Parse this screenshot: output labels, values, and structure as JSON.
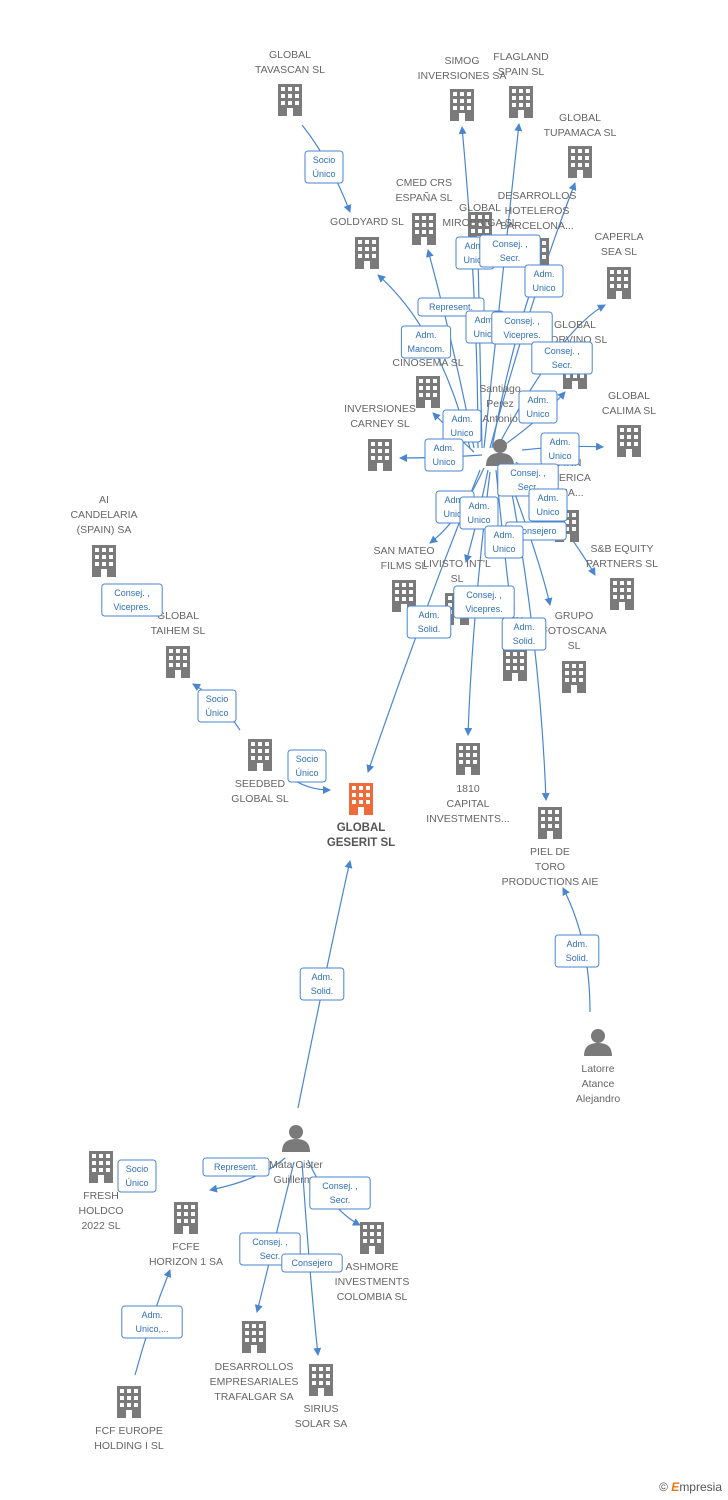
{
  "colors": {
    "edge": "#4a86d0",
    "building": "#7a7a7a",
    "main_building": "#ef6b3a",
    "person": "#7a7a7a",
    "label": "#666666"
  },
  "brand": {
    "symbol": "©",
    "name": "mpresia",
    "initial": "E"
  },
  "nodes": [
    {
      "id": "tavascan",
      "type": "company",
      "label": [
        "GLOBAL",
        "TAVASCAN  SL"
      ]
    },
    {
      "id": "simog",
      "type": "company",
      "label": [
        "SIMOG",
        "INVERSIONES SA"
      ]
    },
    {
      "id": "flagland",
      "type": "company",
      "label": [
        "FLAGLAND",
        "SPAIN SL"
      ]
    },
    {
      "id": "tupamaca",
      "type": "company",
      "label": [
        "GLOBAL",
        "TUPAMACA SL"
      ]
    },
    {
      "id": "goldyard",
      "type": "company",
      "label": [
        "GOLDYARD SL"
      ]
    },
    {
      "id": "cmed",
      "type": "company",
      "label": [
        "CMED CRS",
        "ESPAÑA  SL"
      ]
    },
    {
      "id": "mirobriga",
      "type": "company",
      "label": [
        "GLOBAL",
        "MIROBRIGA SL"
      ]
    },
    {
      "id": "desarrollos_hot",
      "type": "company",
      "label": [
        "DESARROLLOS",
        "HOTELEROS",
        "BARCELONA..."
      ]
    },
    {
      "id": "caperla",
      "type": "company",
      "label": [
        "CAPERLA",
        "SEA SL"
      ]
    },
    {
      "id": "corvino",
      "type": "company",
      "label": [
        "GLOBAL",
        "CORVINO SL"
      ]
    },
    {
      "id": "cinosema",
      "type": "company",
      "label": [
        "CINOSEMA SL"
      ]
    },
    {
      "id": "carney",
      "type": "company",
      "label": [
        "INVERSIONES",
        "CARNEY  SL"
      ]
    },
    {
      "id": "calima",
      "type": "company",
      "label": [
        "GLOBAL",
        "CALIMA SL"
      ]
    },
    {
      "id": "latin",
      "type": "company",
      "label": [
        "LATIN",
        "AMERICA",
        "...MA..."
      ]
    },
    {
      "id": "candelaria",
      "type": "company",
      "label": [
        "AI",
        "CANDELARIA",
        "(SPAIN) SA"
      ]
    },
    {
      "id": "sbequity",
      "type": "company",
      "label": [
        "S&B EQUITY",
        "PARTNERS  SL"
      ]
    },
    {
      "id": "sanmateo",
      "type": "company",
      "label": [
        "SAN MATEO",
        "FILMS SL"
      ]
    },
    {
      "id": "livisto",
      "type": "company",
      "label": [
        "LIVISTO INT'L",
        "SL"
      ]
    },
    {
      "id": "linem",
      "type": "company",
      "label": [
        "LIN",
        "EM..."
      ]
    },
    {
      "id": "grupo",
      "type": "company",
      "label": [
        "GRUPO",
        "FOTOSCANA",
        "SL"
      ]
    },
    {
      "id": "taihem",
      "type": "company",
      "label": [
        "GLOBAL",
        "TAIHEM SL"
      ]
    },
    {
      "id": "seedbed",
      "type": "company",
      "label": [
        "SEEDBED",
        "GLOBAL  SL"
      ]
    },
    {
      "id": "geserit",
      "type": "main",
      "label": [
        "GLOBAL",
        "GESERIT  SL"
      ]
    },
    {
      "id": "capital1810",
      "type": "company",
      "label": [
        "1810",
        "CAPITAL",
        "INVESTMENTS..."
      ]
    },
    {
      "id": "pieldetoro",
      "type": "company",
      "label": [
        "PIEL DE",
        "TORO",
        "PRODUCTIONS AIE"
      ]
    },
    {
      "id": "latorre",
      "type": "person",
      "label": [
        "Latorre",
        "Atance",
        "Alejandro"
      ]
    },
    {
      "id": "santiago",
      "type": "person",
      "label": [
        "Santiago",
        "Perez",
        "Antonio"
      ]
    },
    {
      "id": "mata",
      "type": "person",
      "label": [
        "Mata Cister",
        "Guillermo"
      ]
    },
    {
      "id": "fresh",
      "type": "company",
      "label": [
        "FRESH",
        "HOLDCO",
        "2022  SL"
      ]
    },
    {
      "id": "fcfe",
      "type": "company",
      "label": [
        "FCFE",
        "HORIZON 1 SA"
      ]
    },
    {
      "id": "ashmore",
      "type": "company",
      "label": [
        "ASHMORE",
        "INVESTMENTS",
        "COLOMBIA SL"
      ]
    },
    {
      "id": "desarrollos_emp",
      "type": "company",
      "label": [
        "DESARROLLOS",
        "EMPRESARIALES",
        "TRAFALGAR SA"
      ]
    },
    {
      "id": "sirius",
      "type": "company",
      "label": [
        "SIRIUS",
        "SOLAR SA"
      ]
    },
    {
      "id": "fcfeurope",
      "type": "company",
      "label": [
        "FCF EUROPE",
        "HOLDING I  SL"
      ]
    }
  ],
  "edge_labels": [
    {
      "id": "el_socio_1",
      "lines": [
        "Socio",
        "Único"
      ]
    },
    {
      "id": "el_adm_un_1",
      "lines": [
        "Adm.",
        "Unico"
      ]
    },
    {
      "id": "el_consej_1",
      "lines": [
        "Consej. ,",
        "Secr."
      ]
    },
    {
      "id": "el_adm_un_2",
      "lines": [
        "Adm.",
        "Unico"
      ]
    },
    {
      "id": "el_represent_1",
      "lines": [
        "Represent."
      ]
    },
    {
      "id": "el_adm_mancom",
      "lines": [
        "Adm.",
        "Mancom."
      ]
    },
    {
      "id": "el_adm_un_3",
      "lines": [
        "Adm.",
        "Unico"
      ]
    },
    {
      "id": "el_consej_vice_1",
      "lines": [
        "Consej. ,",
        "Vicepres."
      ]
    },
    {
      "id": "el_consej_2",
      "lines": [
        "Consej. ,",
        "Secr."
      ]
    },
    {
      "id": "el_adm_un_4",
      "lines": [
        "Adm.",
        "Unico"
      ]
    },
    {
      "id": "el_adm_un_5",
      "lines": [
        "Adm.",
        "Unico"
      ]
    },
    {
      "id": "el_adm_un_6",
      "lines": [
        "Adm.",
        "Unico"
      ]
    },
    {
      "id": "el_adm_un_7",
      "lines": [
        "Adm.",
        "Unico"
      ]
    },
    {
      "id": "el_consej_3",
      "lines": [
        "Consej. ,",
        "Secr."
      ]
    },
    {
      "id": "el_adm_un_8",
      "lines": [
        "Adm.",
        "Unico"
      ]
    },
    {
      "id": "el_adm_un_9",
      "lines": [
        "Adm.",
        "Unico"
      ]
    },
    {
      "id": "el_adm_un_10",
      "lines": [
        "Adm.",
        "Unico"
      ]
    },
    {
      "id": "el_consejero_1",
      "lines": [
        "Consejero"
      ]
    },
    {
      "id": "el_adm_un_11",
      "lines": [
        "Adm.",
        "Unico"
      ]
    },
    {
      "id": "el_consej_vice_2",
      "lines": [
        "Consej. ,",
        "Vicepres."
      ]
    },
    {
      "id": "el_consej_vice_3",
      "lines": [
        "Consej. ,",
        "Vicepres."
      ]
    },
    {
      "id": "el_adm_solid_1",
      "lines": [
        "Adm.",
        "Solid."
      ]
    },
    {
      "id": "el_adm_solid_2",
      "lines": [
        "Adm.",
        "Solid."
      ]
    },
    {
      "id": "el_socio_2",
      "lines": [
        "Socio",
        "Único"
      ]
    },
    {
      "id": "el_socio_3",
      "lines": [
        "Socio",
        "Único"
      ]
    },
    {
      "id": "el_adm_solid_3",
      "lines": [
        "Adm.",
        "Solid."
      ]
    },
    {
      "id": "el_adm_solid_4",
      "lines": [
        "Adm.",
        "Solid."
      ]
    },
    {
      "id": "el_socio_4",
      "lines": [
        "Socio",
        "Único"
      ]
    },
    {
      "id": "el_represent_2",
      "lines": [
        "Represent."
      ]
    },
    {
      "id": "el_consej_4",
      "lines": [
        "Consej. ,",
        "Secr."
      ]
    },
    {
      "id": "el_consej_5",
      "lines": [
        "Consej. ,",
        "Secr."
      ]
    },
    {
      "id": "el_consejero_2",
      "lines": [
        "Consejero"
      ]
    },
    {
      "id": "el_adm_un_multi",
      "lines": [
        "Adm.",
        "Unico,..."
      ]
    }
  ]
}
